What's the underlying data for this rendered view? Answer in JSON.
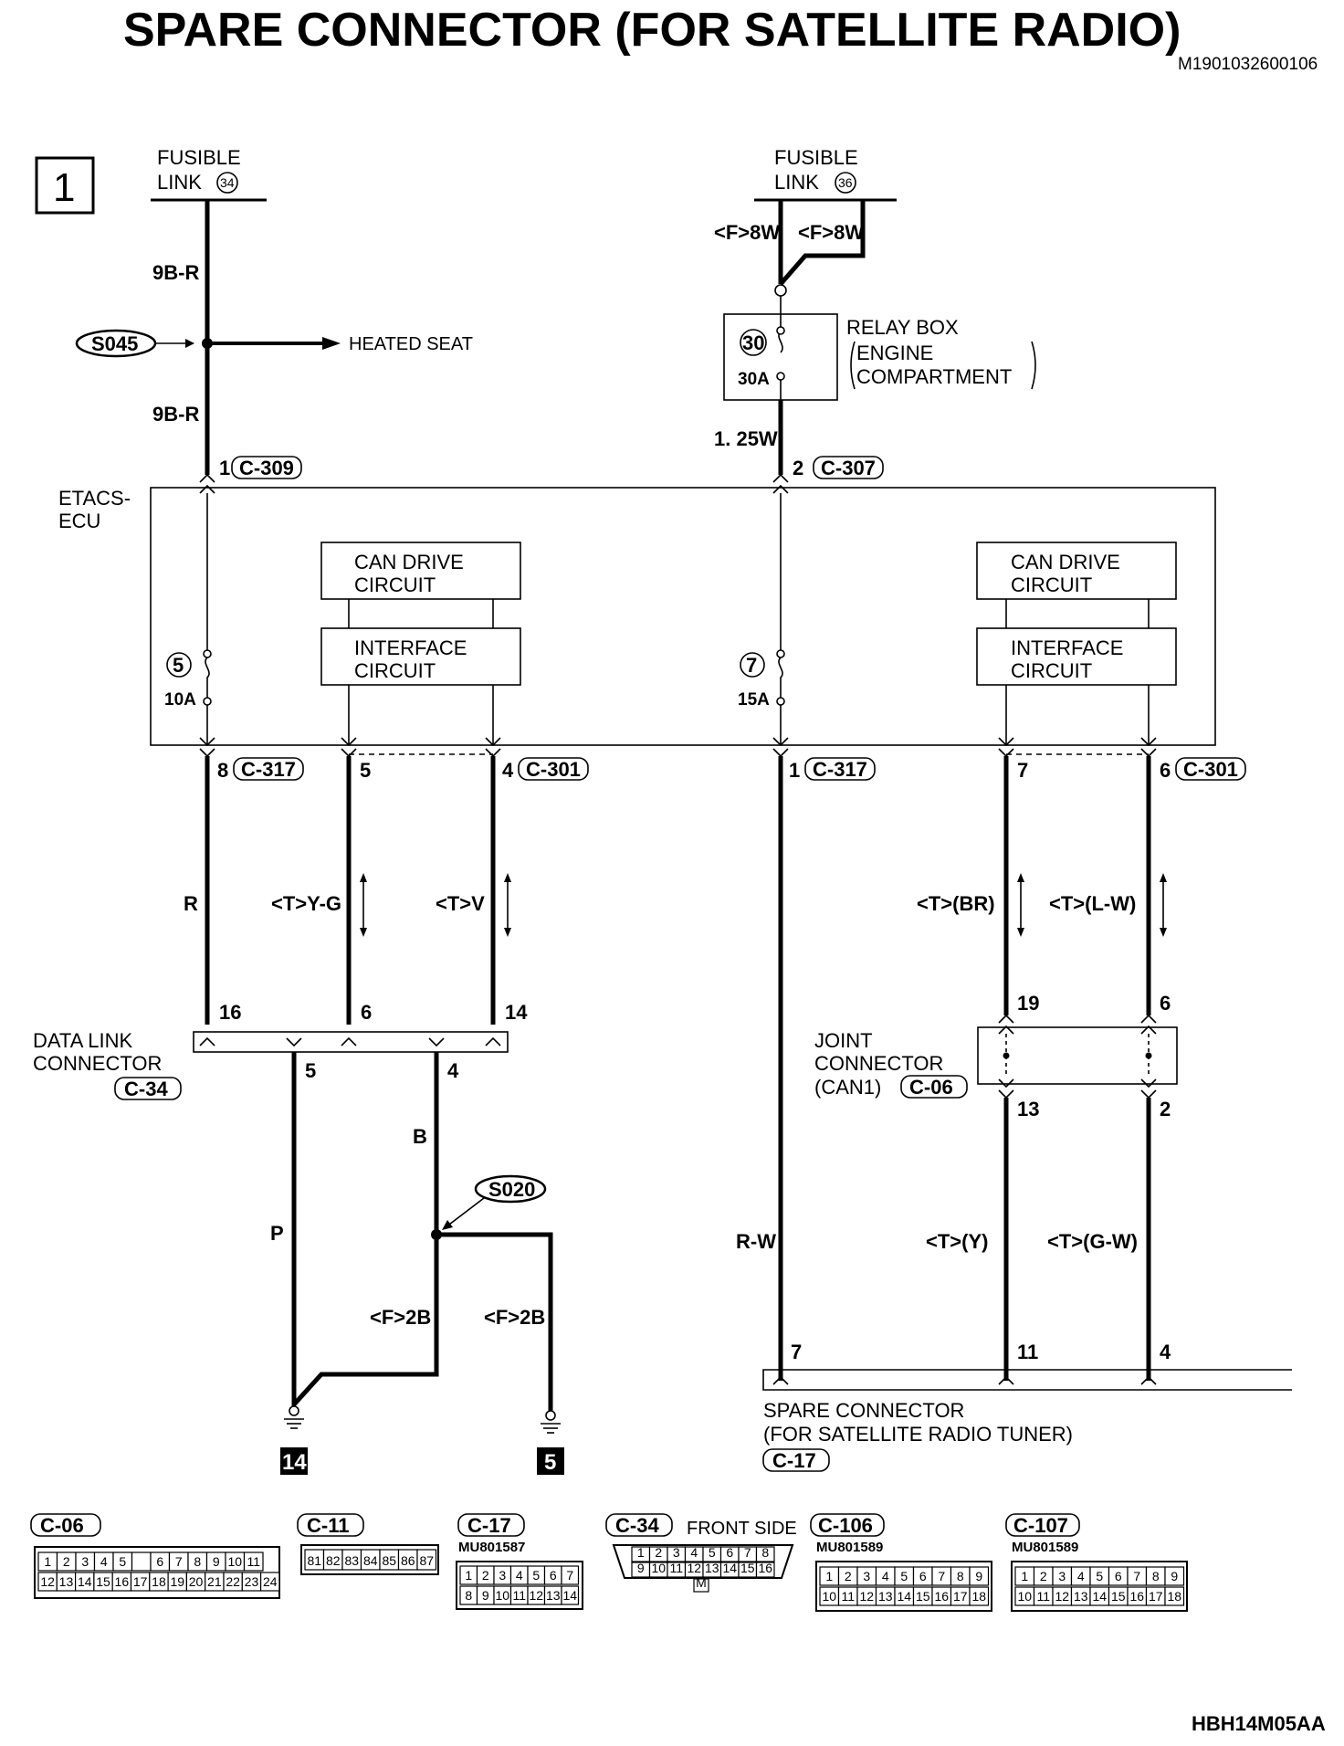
{
  "header": {
    "title": "SPARE CONNECTOR (FOR SATELLITE RADIO)",
    "doc_code": "M1901032600106",
    "footer_code": "HBH14M05AA",
    "section_number": "1"
  },
  "sources": {
    "fusible_link_34": {
      "line1": "FUSIBLE",
      "line2": "LINK",
      "num": "34"
    },
    "fusible_link_36": {
      "line1": "FUSIBLE",
      "line2": "LINK",
      "num": "36"
    }
  },
  "wires": {
    "w_9br_top": "9B-R",
    "w_9br_bot": "9B-R",
    "w_f8w_a": "<F>8W",
    "w_f8w_b": "<F>8W",
    "w_125w": "1. 25W",
    "w_r": "R",
    "w_tyg": "<T>Y-G",
    "w_tv": "<T>V",
    "w_tbr": "<T>(BR)",
    "w_tlw": "<T>(L-W)",
    "w_p": "P",
    "w_b": "B",
    "w_f2b_a": "<F>2B",
    "w_f2b_b": "<F>2B",
    "w_rw": "R-W",
    "w_ty": "<T>(Y)",
    "w_tgw": "<T>(G-W)"
  },
  "splices": {
    "s045": "S045",
    "s020": "S020",
    "heated_seat": "HEATED SEAT"
  },
  "relay_box": {
    "line1": "RELAY BOX",
    "line2": "ENGINE",
    "line3": "COMPARTMENT",
    "fuse_num": "30",
    "fuse_amp": "30A"
  },
  "etacs": {
    "line1": "ETACS-",
    "line2": "ECU",
    "fuse5_num": "5",
    "fuse5_amp": "10A",
    "fuse7_num": "7",
    "fuse7_amp": "15A",
    "can_left_1": "CAN DRIVE",
    "can_left_2": "CIRCUIT",
    "if_left_1": "INTERFACE",
    "if_left_2": "CIRCUIT",
    "can_right_1": "CAN DRIVE",
    "can_right_2": "CIRCUIT",
    "if_right_1": "INTERFACE",
    "if_right_2": "CIRCUIT"
  },
  "pins": {
    "p1_c309": "1",
    "c309": "C-309",
    "p2_c307": "2",
    "c307": "C-307",
    "p8_c317": "8",
    "c317a": "C-317",
    "p5": "5",
    "p4_c301": "4",
    "c301a": "C-301",
    "p1_c317": "1",
    "c317b": "C-317",
    "p7": "7",
    "p6_c301": "6",
    "c301b": "C-301",
    "dl16": "16",
    "dl6": "6",
    "dl14": "14",
    "dl5": "5",
    "dl4": "4",
    "jc19": "19",
    "jc6": "6",
    "jc13": "13",
    "jc2": "2",
    "sp7": "7",
    "sp11": "11",
    "sp4": "4"
  },
  "data_link": {
    "line1": "DATA LINK",
    "line2": "CONNECTOR",
    "code": "C-34"
  },
  "joint": {
    "line1": "JOINT",
    "line2": "CONNECTOR",
    "line3": "(CAN1)",
    "code": "C-06"
  },
  "spare": {
    "line1": "SPARE CONNECTOR",
    "line2": "(FOR SATELLITE RADIO TUNER)",
    "code": "C-17"
  },
  "grounds": {
    "g14": "14",
    "g5": "5"
  },
  "connectors": {
    "c06": {
      "code": "C-06",
      "row1": [
        "1",
        "2",
        "3",
        "4",
        "5",
        "",
        "6",
        "7",
        "8",
        "9",
        "10",
        "11"
      ],
      "row2": [
        "12",
        "13",
        "14",
        "15",
        "16",
        "17",
        "18",
        "19",
        "20",
        "21",
        "22",
        "23",
        "24"
      ]
    },
    "c11": {
      "code": "C-11",
      "row1": [
        "81",
        "82",
        "83",
        "84",
        "85",
        "86",
        "87"
      ]
    },
    "c17": {
      "code": "C-17",
      "part": "MU801587",
      "row1": [
        "1",
        "2",
        "3",
        "4",
        "5",
        "6",
        "7"
      ],
      "row2": [
        "8",
        "9",
        "10",
        "11",
        "12",
        "13",
        "14"
      ]
    },
    "c34": {
      "code": "C-34",
      "side": "FRONT SIDE",
      "row1": [
        "1",
        "2",
        "3",
        "4",
        "5",
        "6",
        "7",
        "8"
      ],
      "row2": [
        "9",
        "10",
        "11",
        "12",
        "13",
        "14",
        "15",
        "16"
      ],
      "m": "M"
    },
    "c106": {
      "code": "C-106",
      "part": "MU801589",
      "row1": [
        "1",
        "2",
        "3",
        "4",
        "5",
        "6",
        "7",
        "8",
        "9"
      ],
      "row2": [
        "10",
        "11",
        "12",
        "13",
        "14",
        "15",
        "16",
        "17",
        "18"
      ]
    },
    "c107": {
      "code": "C-107",
      "part": "MU801589",
      "row1": [
        "1",
        "2",
        "3",
        "4",
        "5",
        "6",
        "7",
        "8",
        "9"
      ],
      "row2": [
        "10",
        "11",
        "12",
        "13",
        "14",
        "15",
        "16",
        "17",
        "18"
      ]
    }
  }
}
